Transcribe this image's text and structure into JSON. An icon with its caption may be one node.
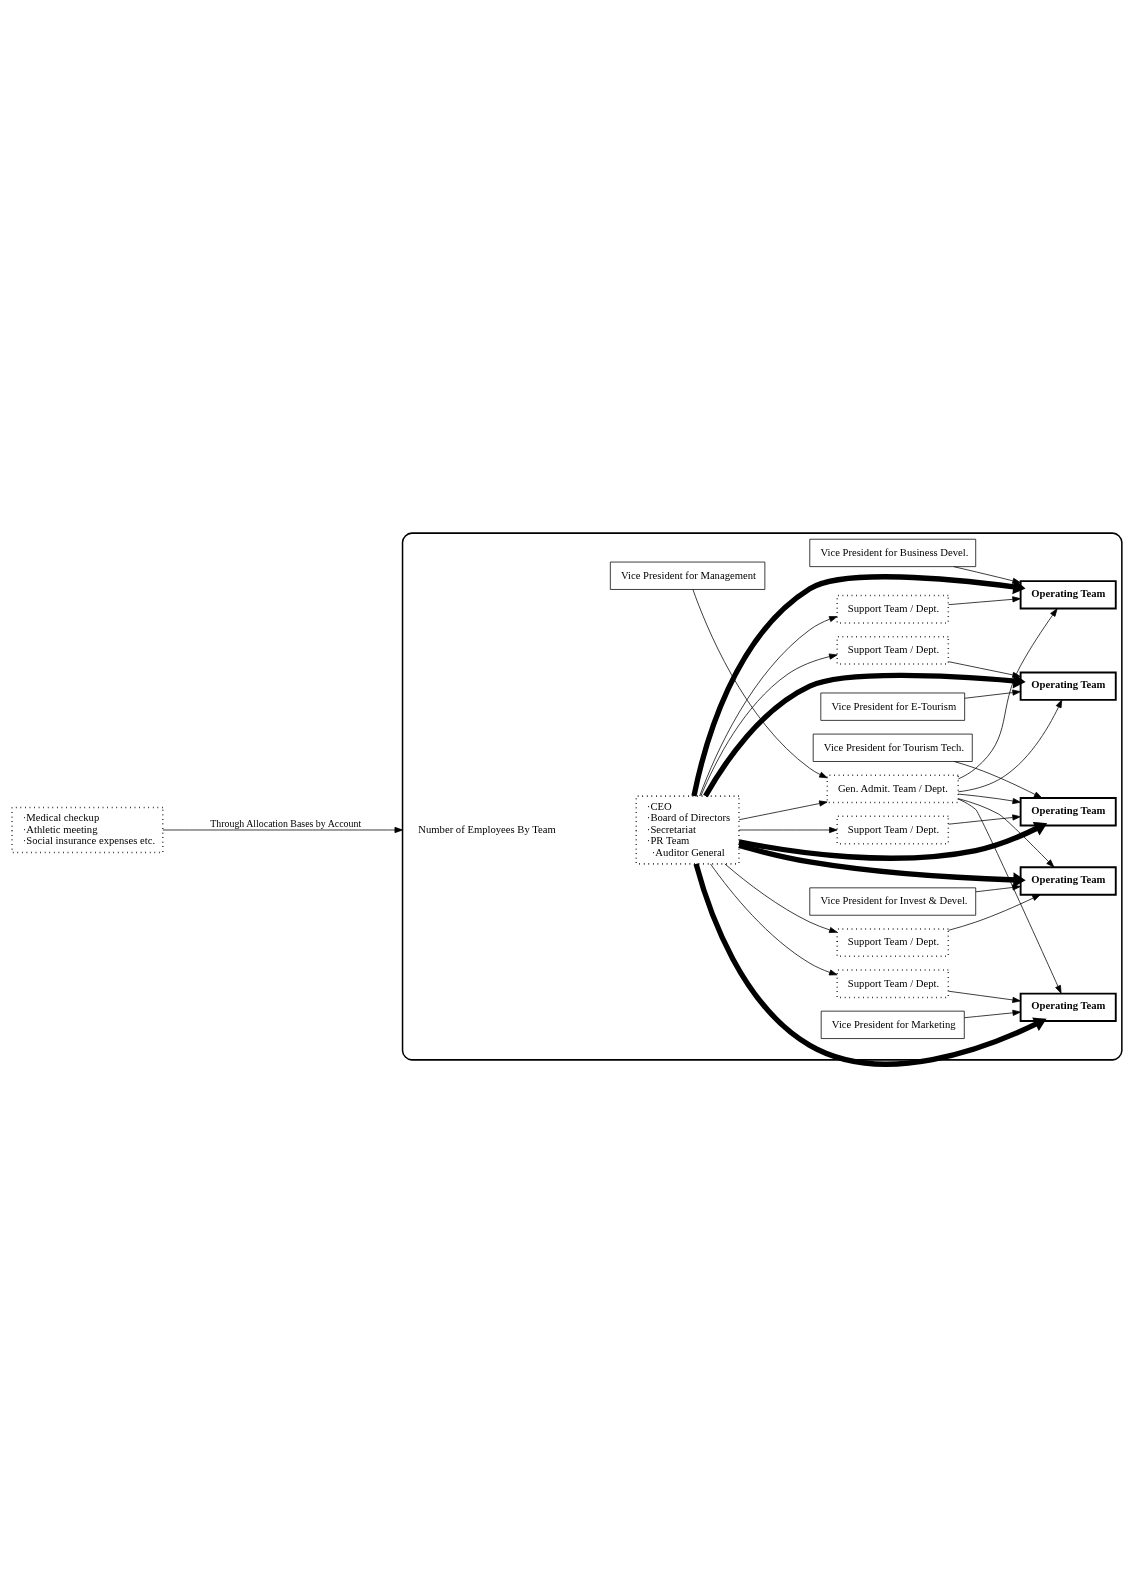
{
  "diagram": {
    "nodes": [
      {
        "text": [],
        "shape": "box"
      },
      {
        "text": [
          "·CEO ·Board of Directors ·Secretariat ·PR Team ·Auditor General"
        ],
        "in": 0
      },
      {
        "text": [
          "Vice President for Management"
        ],
        "in": 0
      },
      {
        "text": [
          "Gen. Admit. Team / Dept."
        ],
        "in": 0
      },
      {
        "text": [
          "Vice President for Marketing"
        ],
        "in": 0
      },
      {
        "text": [
          "Support Team / Dept."
        ],
        "in": 0
      },
      {
        "text": [
          "Operating Team"
        ],
        "in": 0
      },
      {
        "text": [
          "Vice President for Invest & Devel."
        ],
        "in": 0
      },
      {
        "text": [
          "Support Team / Dept."
        ],
        "in": 0
      },
      {
        "text": [
          "Operating Team"
        ],
        "in": 0
      },
      {
        "text": [
          "Vice President for Tourism Tech."
        ],
        "in": 0
      },
      {
        "text": [
          "Support Team / Dept."
        ],
        "in": 0
      },
      {
        "text": [
          "Operating Team"
        ],
        "in": 0
      },
      {
        "text": [
          "Vice President for E-Tourism"
        ],
        "in": 0
      },
      {
        "text": [
          "Support Team / Dept."
        ],
        "in": 0
      },
      {
        "text": [
          "Operating Team"
        ],
        "in": 0
      },
      {
        "text": [
          "Vice President for Business Devel."
        ],
        "in": 0
      },
      {
        "text": [
          "Support Team / Dept."
        ],
        "in": 0
      },
      {
        "text": [
          "Operating Team"
        ],
        "in": 0
      },
      {
        "text": [
          "·Medical checkup ·Athletic meeting ·Social insurance expenses etc."
        ]
      }
    ],
    "edges": [
      {
        "from": 19,
        "to": 0,
        "arrow": "to",
        "label": "Through Allocation Bases by Account"
      },
      {
        "from": 1,
        "to": 3,
        "arrow": "to"
      },
      {
        "from": 2,
        "to": 3,
        "arrow": "to"
      },
      {
        "from": 1,
        "to": 5,
        "arrow": "to"
      },
      {
        "from": 1,
        "to": 6,
        "arrow": "to",
        "style": "thick"
      },
      {
        "from": 1,
        "to": 8,
        "arrow": "to"
      },
      {
        "from": 1,
        "to": 9,
        "arrow": "to",
        "style": "thick"
      },
      {
        "from": 1,
        "to": 11,
        "arrow": "to"
      },
      {
        "from": 1,
        "to": 12,
        "arrow": "to",
        "style": "thick"
      },
      {
        "from": 1,
        "to": 14,
        "arrow": "to"
      },
      {
        "from": 1,
        "to": 15,
        "arrow": "to",
        "style": "thick"
      },
      {
        "from": 1,
        "to": 17,
        "arrow": "to"
      },
      {
        "from": 1,
        "to": 18,
        "arrow": "to",
        "style": "thick"
      },
      {
        "from": 4,
        "to": 6,
        "arrow": "to"
      },
      {
        "from": 5,
        "to": 6,
        "arrow": "to"
      },
      {
        "from": 3,
        "to": 6,
        "arrow": "to"
      },
      {
        "from": 7,
        "to": 9,
        "arrow": "to"
      },
      {
        "from": 8,
        "to": 9,
        "arrow": "to"
      },
      {
        "from": 3,
        "to": 9,
        "arrow": "to"
      },
      {
        "from": 10,
        "to": 12,
        "arrow": "to"
      },
      {
        "from": 11,
        "to": 12,
        "arrow": "to"
      },
      {
        "from": 3,
        "to": 12,
        "arrow": "to"
      },
      {
        "from": 13,
        "to": 15,
        "arrow": "to"
      },
      {
        "from": 14,
        "to": 15,
        "arrow": "to"
      },
      {
        "from": 3,
        "to": 15,
        "arrow": "to"
      },
      {
        "from": 16,
        "to": 18,
        "arrow": "to"
      },
      {
        "from": 17,
        "to": 18,
        "arrow": "to"
      },
      {
        "from": 3,
        "to": 18,
        "arrow": "to"
      }
    ],
    "labels": [
      "Number of Employees By Team"
    ]
  }
}
